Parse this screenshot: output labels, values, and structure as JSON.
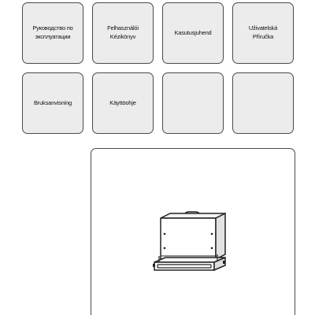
{
  "tiles": [
    {
      "label": "Руководство по\nэксплуатации"
    },
    {
      "label": "Felhasználói\nKézikönyv"
    },
    {
      "label": "Kasutusjuhend"
    },
    {
      "label": "Uživatelská\nPříručka"
    },
    {
      "label": "Bruksanvisning"
    },
    {
      "label": "Käyttöohje"
    },
    {
      "label": ""
    },
    {
      "label": ""
    }
  ],
  "preview": {
    "image_name": "cooker-hood-product-image"
  }
}
